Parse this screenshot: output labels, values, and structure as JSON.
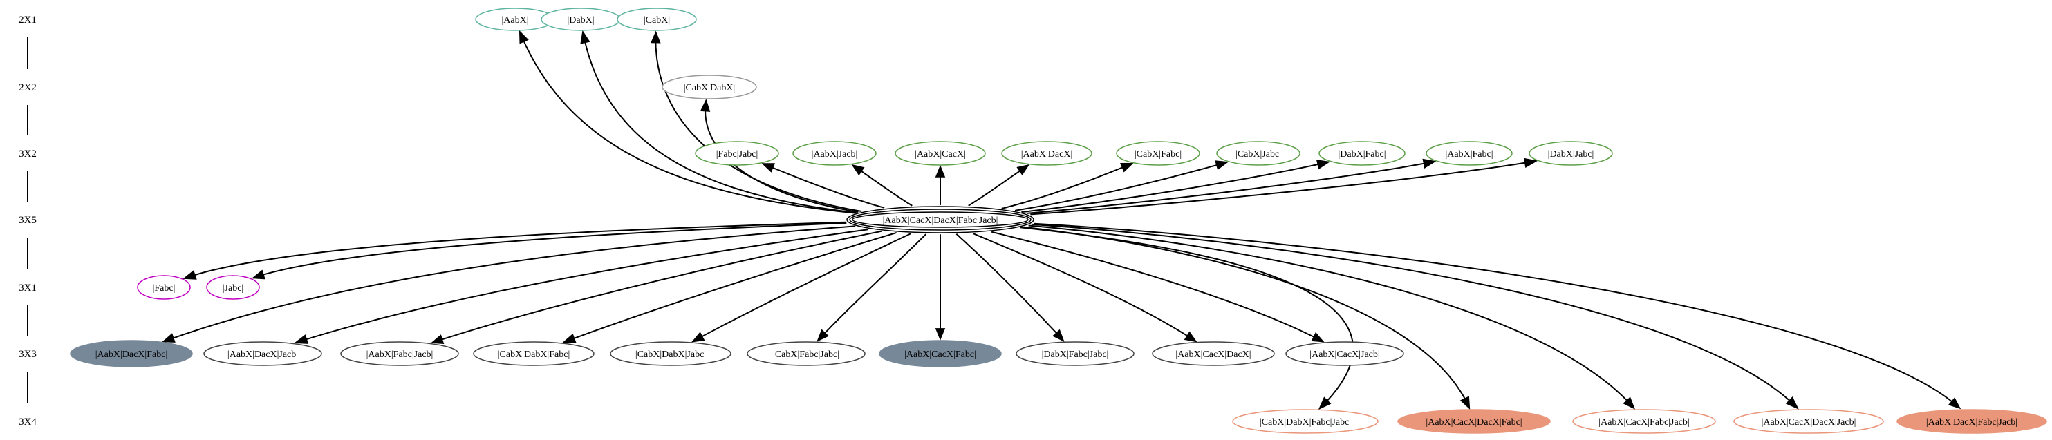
{
  "ranks": [
    "2X1",
    "2X2",
    "3X2",
    "3X5",
    "3X1",
    "3X3",
    "3X4"
  ],
  "colors": {
    "teal": "#5fb4a0",
    "gray_outline": "#999999",
    "green": "#5ea04a",
    "black": "#000000",
    "magenta": "#c000c0",
    "slate_fill": "#778899",
    "dark_outline": "#444444",
    "salmon": "#e9967a"
  },
  "center": {
    "id": "c",
    "label": "|AabX|CacX|DacX|Fabc|Jacb|"
  },
  "nodes": [
    {
      "id": "n1",
      "rank": "2X1",
      "label": "|AabX|",
      "style": "teal"
    },
    {
      "id": "n2",
      "rank": "2X1",
      "label": "|DabX|",
      "style": "teal"
    },
    {
      "id": "n3",
      "rank": "2X1",
      "label": "|CabX|",
      "style": "teal"
    },
    {
      "id": "n4",
      "rank": "2X2",
      "label": "|CabX|DabX|",
      "style": "gray"
    },
    {
      "id": "n5",
      "rank": "3X2",
      "label": "|Fabc|Jabc|",
      "style": "green"
    },
    {
      "id": "n6",
      "rank": "3X2",
      "label": "|AabX|Jacb|",
      "style": "green"
    },
    {
      "id": "n7",
      "rank": "3X2",
      "label": "|AabX|CacX|",
      "style": "green"
    },
    {
      "id": "n8",
      "rank": "3X2",
      "label": "|AabX|DacX|",
      "style": "green"
    },
    {
      "id": "n9",
      "rank": "3X2",
      "label": "|CabX|Fabc|",
      "style": "green"
    },
    {
      "id": "n10",
      "rank": "3X2",
      "label": "|CabX|Jabc|",
      "style": "green"
    },
    {
      "id": "n11",
      "rank": "3X2",
      "label": "|DabX|Fabc|",
      "style": "green"
    },
    {
      "id": "n12",
      "rank": "3X2",
      "label": "|AabX|Fabc|",
      "style": "green"
    },
    {
      "id": "n13",
      "rank": "3X2",
      "label": "|DabX|Jabc|",
      "style": "green"
    },
    {
      "id": "n14",
      "rank": "3X1",
      "label": "|Fabc|",
      "style": "magenta"
    },
    {
      "id": "n15",
      "rank": "3X1",
      "label": "|Jabc|",
      "style": "magenta"
    },
    {
      "id": "n16",
      "rank": "3X3",
      "label": "|AabX|DacX|Fabc|",
      "style": "slate"
    },
    {
      "id": "n17",
      "rank": "3X3",
      "label": "|AabX|DacX|Jacb|",
      "style": "dark"
    },
    {
      "id": "n18",
      "rank": "3X3",
      "label": "|AabX|Fabc|Jacb|",
      "style": "dark"
    },
    {
      "id": "n19",
      "rank": "3X3",
      "label": "|CabX|DabX|Fabc|",
      "style": "dark"
    },
    {
      "id": "n20",
      "rank": "3X3",
      "label": "|CabX|DabX|Jabc|",
      "style": "dark"
    },
    {
      "id": "n21",
      "rank": "3X3",
      "label": "|CabX|Fabc|Jabc|",
      "style": "dark"
    },
    {
      "id": "n22",
      "rank": "3X3",
      "label": "|AabX|CacX|Fabc|",
      "style": "slate"
    },
    {
      "id": "n23",
      "rank": "3X3",
      "label": "|DabX|Fabc|Jabc|",
      "style": "dark"
    },
    {
      "id": "n24",
      "rank": "3X3",
      "label": "|AabX|CacX|DacX|",
      "style": "dark"
    },
    {
      "id": "n25",
      "rank": "3X3",
      "label": "|AabX|CacX|Jacb|",
      "style": "dark"
    },
    {
      "id": "n26",
      "rank": "3X4",
      "label": "|CabX|DabX|Fabc|Jabc|",
      "style": "salmon"
    },
    {
      "id": "n27",
      "rank": "3X4",
      "label": "|AabX|CacX|DacX|Fabc|",
      "style": "salmon_filled"
    },
    {
      "id": "n28",
      "rank": "3X4",
      "label": "|AabX|CacX|Fabc|Jacb|",
      "style": "salmon"
    },
    {
      "id": "n29",
      "rank": "3X4",
      "label": "|AabX|CacX|DacX|Jacb|",
      "style": "salmon"
    },
    {
      "id": "n30",
      "rank": "3X4",
      "label": "|AabX|DacX|Fabc|Jacb|",
      "style": "salmon_filled"
    }
  ]
}
